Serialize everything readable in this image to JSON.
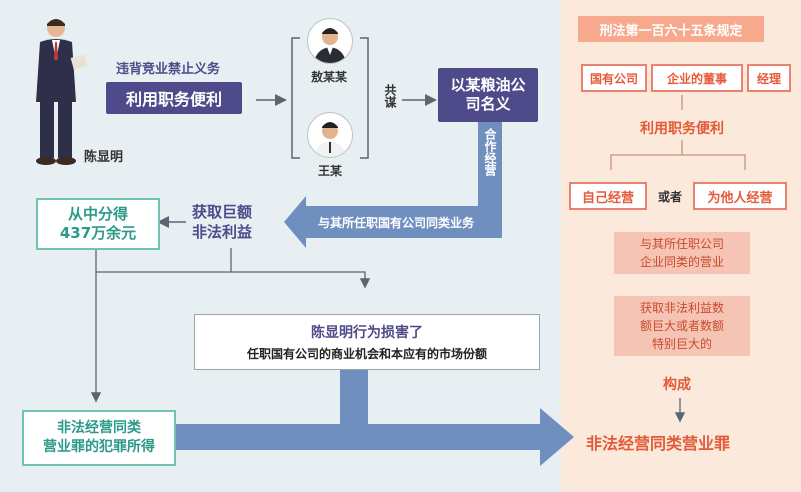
{
  "left": {
    "person_main_name": "陈显明",
    "violation_label": "违背竞业禁止义务",
    "abuse_box": "利用职务便利",
    "person_a": "敖某某",
    "person_b": "王某",
    "conspire": "共谋",
    "grain_box": "以某粮油公司名义",
    "cooperate": "合作经营",
    "same_business": "与其所任职国有公司同类业务",
    "gain_line1": "获取巨额",
    "gain_line2": "非法利益",
    "share_line1": "从中分得",
    "share_line2": "437万余元",
    "harm_line1": "陈显明行为损害了",
    "harm_line2": "任职国有公司的商业机会和本应有的市场份额",
    "proceeds_line1": "非法经营同类",
    "proceeds_line2": "营业罪的犯罪所得"
  },
  "right": {
    "title": "刑法第一百六十五条规定",
    "roles": [
      "国有公司",
      "企业的董事",
      "经理"
    ],
    "abuse": "利用职务便利",
    "own_operate": "自己经营",
    "or": "或者",
    "for_others": "为他人经营",
    "cond1_line1": "与其所任职公司",
    "cond1_line2": "企业同类的营业",
    "cond2_line1": "获取非法利益数",
    "cond2_line2": "额巨大或者数额",
    "cond2_line3": "特别巨大的",
    "constitute": "构成",
    "crime": "非法经营同类营业罪"
  },
  "colors": {
    "purple": "#4f4a8a",
    "teal": "#2b9a89",
    "orange": "#e55a3a",
    "arrow_blue": "#6f8fbf"
  },
  "icons": [
    "businessman-figure",
    "avatar-man-suit",
    "avatar-man-shirt"
  ]
}
